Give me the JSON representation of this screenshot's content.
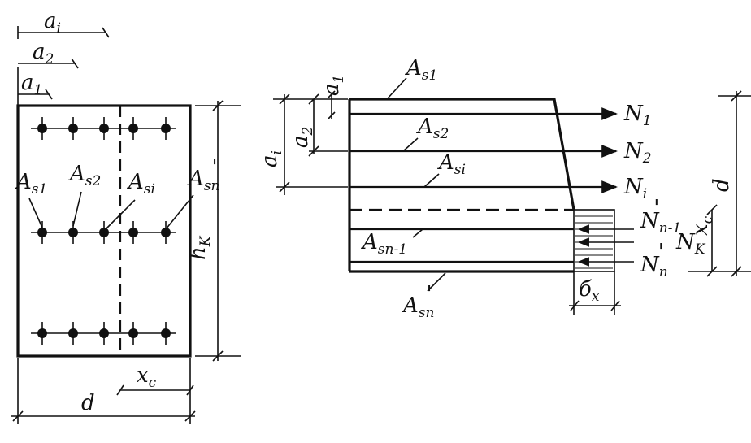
{
  "left_section": {
    "dims": {
      "a_i": {
        "main": "a",
        "sub": "i"
      },
      "a_2": {
        "main": "a",
        "sub": "2"
      },
      "a_1": {
        "main": "a",
        "sub": "1"
      },
      "h_k": {
        "main": "h",
        "sub": "K"
      },
      "x_c": {
        "main": "x",
        "sub": "c"
      },
      "d": {
        "main": "d"
      }
    },
    "bars": {
      "A_s1": {
        "main": "A",
        "sub": "s1"
      },
      "A_s2": {
        "main": "A",
        "sub": "s2"
      },
      "A_si": {
        "main": "A",
        "sub": "si"
      },
      "A_sn_prime": {
        "main": "A",
        "sub": "sn",
        "prime": "'"
      }
    }
  },
  "right_section": {
    "dims": {
      "a_1": {
        "main": "a",
        "sub": "1"
      },
      "a_2": {
        "main": "a",
        "sub": "2"
      },
      "a_i": {
        "main": "a",
        "sub": "i"
      },
      "d": {
        "main": "d"
      },
      "x_c": {
        "main": "x",
        "sub": "c"
      },
      "sigma_x": {
        "main": "б",
        "sub": "x"
      }
    },
    "layers": {
      "A_s1": {
        "main": "A",
        "sub": "s1"
      },
      "A_s2": {
        "main": "A",
        "sub": "s2"
      },
      "A_si": {
        "main": "A",
        "sub": "si"
      },
      "A_sn_1": {
        "main": "A",
        "sub": "sn-1"
      },
      "A_sn_prime": {
        "main": "A",
        "sub": "sn",
        "prime": "'"
      }
    },
    "forces": {
      "N_1": {
        "main": "N",
        "sub": "1"
      },
      "N_2": {
        "main": "N",
        "sub": "2"
      },
      "N_i": {
        "main": "N",
        "sub": "i"
      },
      "N_n_1_prime": {
        "main": "N",
        "sub": "n-1",
        "prime": "'"
      },
      "N_k": {
        "main": "N",
        "sub": "K"
      },
      "N_n_prime": {
        "main": "N",
        "sub": "n",
        "prime": "'"
      }
    }
  }
}
